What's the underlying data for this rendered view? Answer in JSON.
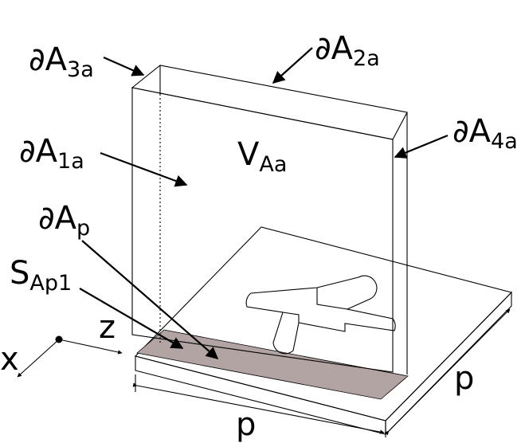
{
  "labels": {
    "dA3a": {
      "sym": "∂A",
      "sub": "3a"
    },
    "dA2a": {
      "sym": "∂A",
      "sub": "2a"
    },
    "dA4a": {
      "sym": "∂A",
      "sub": "4a"
    },
    "dA1a": {
      "sym": "∂A",
      "sub": "1a"
    },
    "VAa": {
      "sym": "V",
      "sub": "Aa"
    },
    "dAp": {
      "sym": "∂A",
      "sub": "p"
    },
    "SAp1": {
      "sym": "S",
      "sub": "Ap1"
    },
    "axis_z": "z",
    "axis_x": "x",
    "p_bottom": "p",
    "p_right": "p"
  },
  "colors": {
    "highlight": "#b3a4a4",
    "line": "#000000"
  }
}
